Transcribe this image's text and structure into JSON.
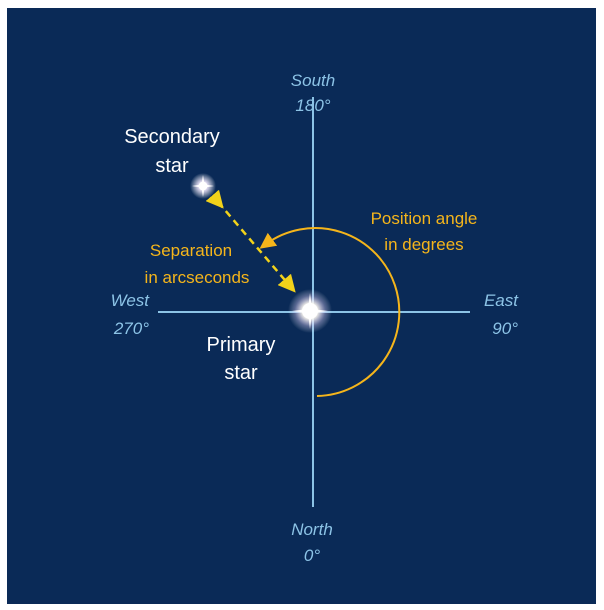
{
  "colors": {
    "background": "#0a2a57",
    "axis": "#8cc3e6",
    "annotation": "#f5b51b",
    "star_label": "#ffffff"
  },
  "compass": {
    "south": {
      "name": "South",
      "degrees": "180°"
    },
    "east": {
      "name": "East",
      "degrees": "90°"
    },
    "north": {
      "name": "North",
      "degrees": "0°"
    },
    "west": {
      "name": "West",
      "degrees": "270°"
    }
  },
  "stars": {
    "secondary": {
      "line1": "Secondary",
      "line2": "star"
    },
    "primary": {
      "line1": "Primary",
      "line2": "star"
    }
  },
  "annotations": {
    "position_angle": {
      "line1": "Position angle",
      "line2": "in degrees"
    },
    "separation": {
      "line1": "Separation",
      "line2": "in arcseconds"
    }
  }
}
